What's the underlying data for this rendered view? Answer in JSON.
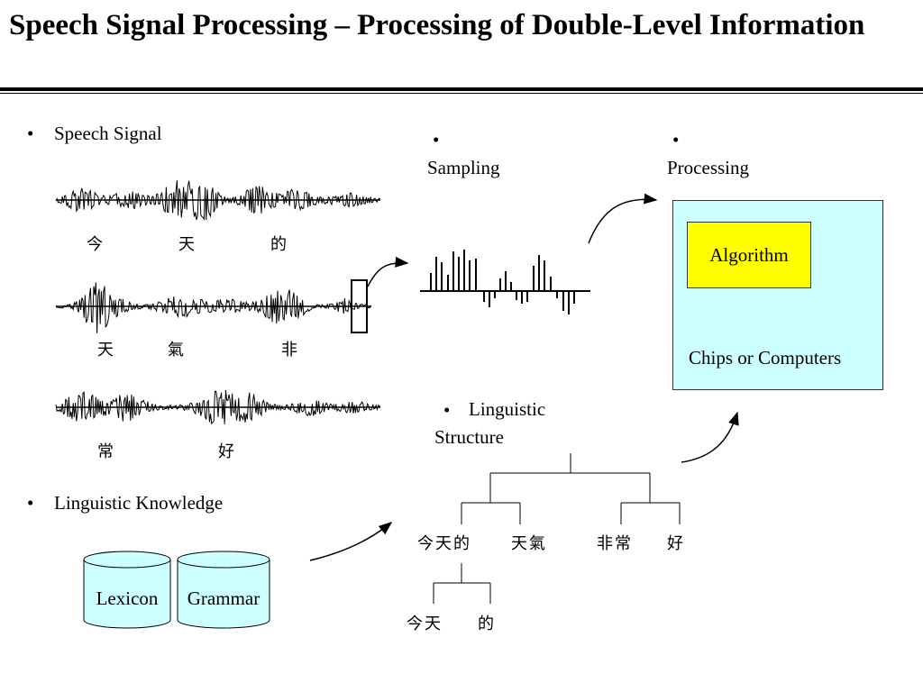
{
  "title": "Speech Signal Processing – Processing of Double-Level Information",
  "labels": {
    "speech_signal": "Speech Signal",
    "sampling": "Sampling",
    "processing": "Processing",
    "algorithm": "Algorithm",
    "chips": "Chips or Computers",
    "linguistic_structure_1": "Linguistic",
    "linguistic_structure_2": "Structure",
    "linguistic_knowledge": "Linguistic Knowledge",
    "lexicon": "Lexicon",
    "grammar": "Grammar"
  },
  "bullet_char": "•",
  "waveform_chars": {
    "row1": [
      "今",
      "天",
      "的"
    ],
    "row2": [
      "天",
      "氣",
      "非"
    ],
    "row3": [
      "常",
      "好"
    ]
  },
  "tree": {
    "level1": [
      "今天的",
      "天氣",
      "非常",
      "好"
    ],
    "level2": [
      "今天",
      "的"
    ]
  },
  "colors": {
    "chips_bg": "#ccffff",
    "algorithm_bg": "#ffff00",
    "cylinder_bg": "#ccffff"
  }
}
